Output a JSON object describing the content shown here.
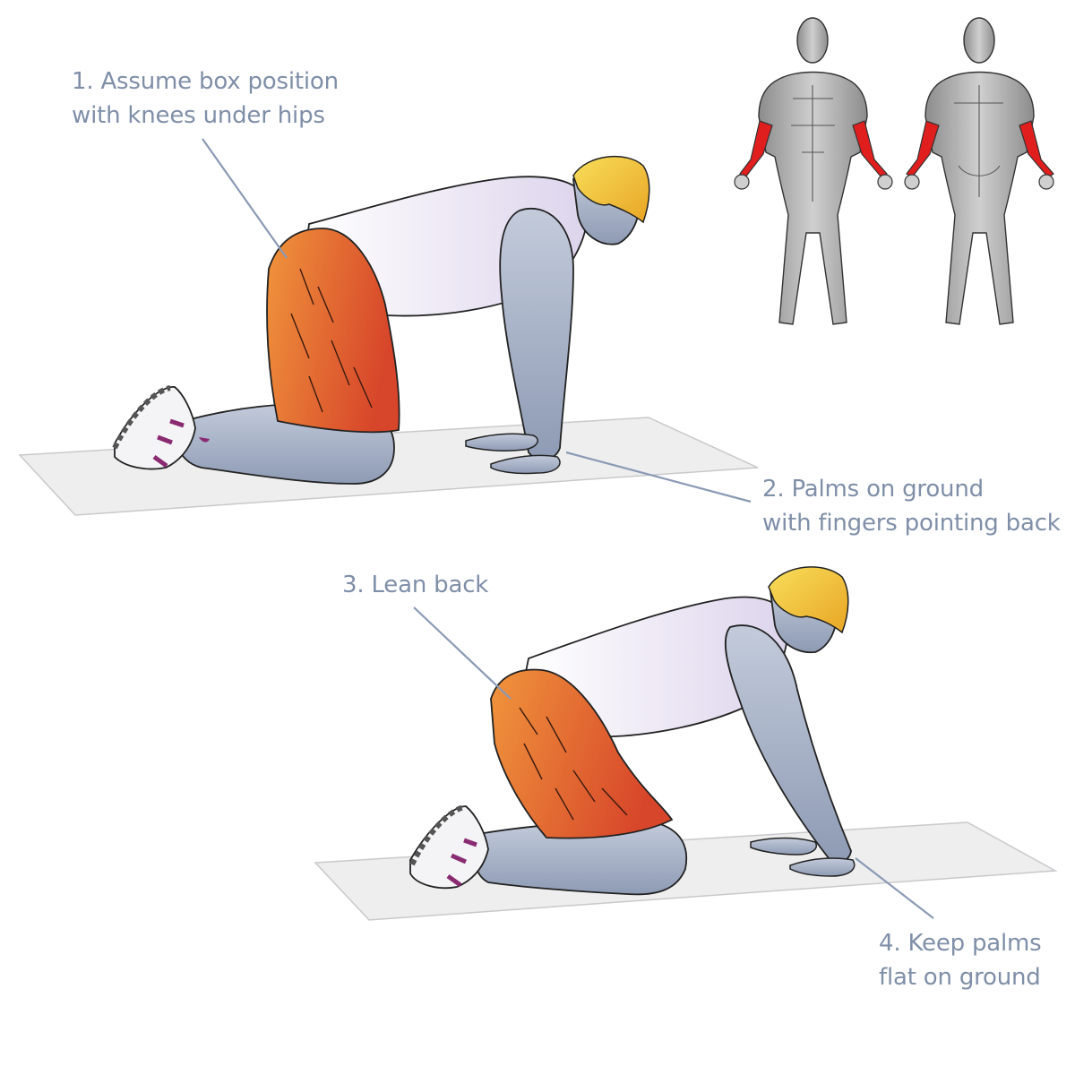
{
  "steps": [
    {
      "line1": "1. Assume box position",
      "line2": "with knees under hips"
    },
    {
      "line1": "2. Palms on ground",
      "line2": "with fingers pointing back"
    },
    {
      "line1": "3. Lean back",
      "line2": ""
    },
    {
      "line1": "4. Keep palms",
      "line2": "flat on ground"
    }
  ],
  "icons": [
    "muscle-map-front-icon",
    "muscle-map-back-icon"
  ],
  "colors": {
    "label_text": "#7f8fa8",
    "leader_line": "#8a9ab4",
    "skin": "#a9b4c9",
    "shirt": "#f4f2f8",
    "shorts_light": "#f0953c",
    "shorts_dark": "#d7462a",
    "hair": "#f2c231",
    "mat": "#eeeeef",
    "muscle_highlight": "#e01e1e",
    "muscle_base": "#a8a8a8"
  }
}
